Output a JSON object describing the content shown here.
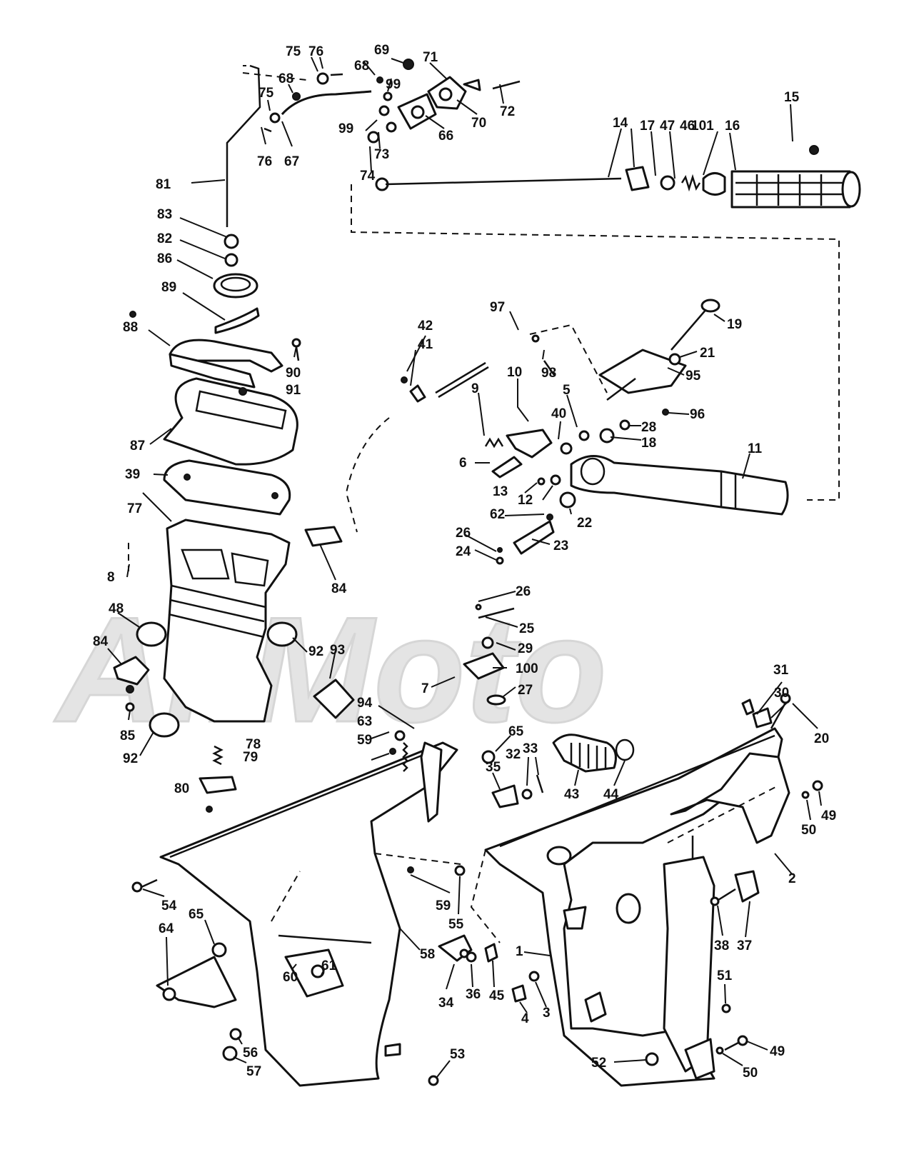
{
  "watermark": "AllMoto",
  "callouts": [
    {
      "id": "c1",
      "label": "1"
    },
    {
      "id": "c2",
      "label": "2"
    },
    {
      "id": "c3",
      "label": "3"
    },
    {
      "id": "c4",
      "label": "4"
    },
    {
      "id": "c5",
      "label": "5"
    },
    {
      "id": "c6",
      "label": "6"
    },
    {
      "id": "c7",
      "label": "7"
    },
    {
      "id": "c8",
      "label": "8"
    },
    {
      "id": "c9",
      "label": "9"
    },
    {
      "id": "c10",
      "label": "10"
    },
    {
      "id": "c11",
      "label": "11"
    },
    {
      "id": "c12",
      "label": "12"
    },
    {
      "id": "c13",
      "label": "13"
    },
    {
      "id": "c14",
      "label": "14"
    },
    {
      "id": "c15",
      "label": "15"
    },
    {
      "id": "c16",
      "label": "16"
    },
    {
      "id": "c17",
      "label": "17"
    },
    {
      "id": "c18",
      "label": "18"
    },
    {
      "id": "c19",
      "label": "19"
    },
    {
      "id": "c20",
      "label": "20"
    },
    {
      "id": "c21",
      "label": "21"
    },
    {
      "id": "c22",
      "label": "22"
    },
    {
      "id": "c23",
      "label": "23"
    },
    {
      "id": "c24",
      "label": "24"
    },
    {
      "id": "c25",
      "label": "25"
    },
    {
      "id": "c26a",
      "label": "26"
    },
    {
      "id": "c26b",
      "label": "26"
    },
    {
      "id": "c27",
      "label": "27"
    },
    {
      "id": "c28",
      "label": "28"
    },
    {
      "id": "c29",
      "label": "29"
    },
    {
      "id": "c30",
      "label": "30"
    },
    {
      "id": "c31",
      "label": "31"
    },
    {
      "id": "c32",
      "label": "32"
    },
    {
      "id": "c33",
      "label": "33"
    },
    {
      "id": "c34",
      "label": "34"
    },
    {
      "id": "c35",
      "label": "35"
    },
    {
      "id": "c36",
      "label": "36"
    },
    {
      "id": "c37",
      "label": "37"
    },
    {
      "id": "c38",
      "label": "38"
    },
    {
      "id": "c39",
      "label": "39"
    },
    {
      "id": "c40",
      "label": "40"
    },
    {
      "id": "c41",
      "label": "41"
    },
    {
      "id": "c42",
      "label": "42"
    },
    {
      "id": "c43",
      "label": "43"
    },
    {
      "id": "c44",
      "label": "44"
    },
    {
      "id": "c45",
      "label": "45"
    },
    {
      "id": "c46",
      "label": "46"
    },
    {
      "id": "c47",
      "label": "47"
    },
    {
      "id": "c48",
      "label": "48"
    },
    {
      "id": "c49a",
      "label": "49"
    },
    {
      "id": "c49b",
      "label": "49"
    },
    {
      "id": "c50a",
      "label": "50"
    },
    {
      "id": "c50b",
      "label": "50"
    },
    {
      "id": "c51",
      "label": "51"
    },
    {
      "id": "c52",
      "label": "52"
    },
    {
      "id": "c53",
      "label": "53"
    },
    {
      "id": "c54",
      "label": "54"
    },
    {
      "id": "c55",
      "label": "55"
    },
    {
      "id": "c56",
      "label": "56"
    },
    {
      "id": "c57",
      "label": "57"
    },
    {
      "id": "c58",
      "label": "58"
    },
    {
      "id": "c59a",
      "label": "59"
    },
    {
      "id": "c59b",
      "label": "59"
    },
    {
      "id": "c60",
      "label": "60"
    },
    {
      "id": "c61",
      "label": "61"
    },
    {
      "id": "c62",
      "label": "62"
    },
    {
      "id": "c63",
      "label": "63"
    },
    {
      "id": "c64",
      "label": "64"
    },
    {
      "id": "c65a",
      "label": "65"
    },
    {
      "id": "c65b",
      "label": "65"
    },
    {
      "id": "c66",
      "label": "66"
    },
    {
      "id": "c67",
      "label": "67"
    },
    {
      "id": "c68a",
      "label": "68"
    },
    {
      "id": "c68b",
      "label": "68"
    },
    {
      "id": "c69",
      "label": "69"
    },
    {
      "id": "c70",
      "label": "70"
    },
    {
      "id": "c71",
      "label": "71"
    },
    {
      "id": "c72",
      "label": "72"
    },
    {
      "id": "c73",
      "label": "73"
    },
    {
      "id": "c74",
      "label": "74"
    },
    {
      "id": "c75a",
      "label": "75"
    },
    {
      "id": "c75b",
      "label": "75"
    },
    {
      "id": "c76a",
      "label": "76"
    },
    {
      "id": "c76b",
      "label": "76"
    },
    {
      "id": "c77",
      "label": "77"
    },
    {
      "id": "c78",
      "label": "78"
    },
    {
      "id": "c79",
      "label": "79"
    },
    {
      "id": "c80",
      "label": "80"
    },
    {
      "id": "c81",
      "label": "81"
    },
    {
      "id": "c82",
      "label": "82"
    },
    {
      "id": "c83",
      "label": "83"
    },
    {
      "id": "c84a",
      "label": "84"
    },
    {
      "id": "c84b",
      "label": "84"
    },
    {
      "id": "c85",
      "label": "85"
    },
    {
      "id": "c86",
      "label": "86"
    },
    {
      "id": "c87",
      "label": "87"
    },
    {
      "id": "c88",
      "label": "88"
    },
    {
      "id": "c89",
      "label": "89"
    },
    {
      "id": "c90",
      "label": "90"
    },
    {
      "id": "c91",
      "label": "91"
    },
    {
      "id": "c92a",
      "label": "92"
    },
    {
      "id": "c92b",
      "label": "92"
    },
    {
      "id": "c93",
      "label": "93"
    },
    {
      "id": "c94",
      "label": "94"
    },
    {
      "id": "c95",
      "label": "95"
    },
    {
      "id": "c96",
      "label": "96"
    },
    {
      "id": "c97",
      "label": "97"
    },
    {
      "id": "c98",
      "label": "98"
    },
    {
      "id": "c99a",
      "label": "99"
    },
    {
      "id": "c99b",
      "label": "99"
    },
    {
      "id": "c100",
      "label": "100"
    },
    {
      "id": "c101",
      "label": "101"
    }
  ]
}
